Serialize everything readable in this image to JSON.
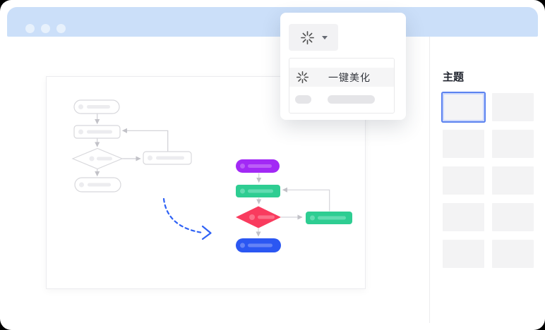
{
  "header": {
    "dots_count": 3
  },
  "popup": {
    "button": {
      "icon": "sparkle-burst",
      "caret_icon": "caret-down"
    },
    "menu": {
      "highlighted_item": {
        "icon": "sparkle-burst",
        "label": "一键美化"
      },
      "placeholder_pills": 2
    }
  },
  "sidebar": {
    "title": "主题",
    "themes": [
      {
        "selected": true
      },
      {
        "selected": false
      },
      {
        "selected": false
      },
      {
        "selected": false
      },
      {
        "selected": false
      },
      {
        "selected": false
      },
      {
        "selected": false
      },
      {
        "selected": false
      },
      {
        "selected": false
      },
      {
        "selected": false
      }
    ]
  },
  "colors": {
    "header_bar": "#cbdff9",
    "purple": "#a229f5",
    "purple_light": "#bb5ef7",
    "green": "#2ecd92",
    "green_light": "#63dcb1",
    "red": "#f93b5e",
    "red_light": "#fb7089",
    "blue": "#2b57f2",
    "blue_light": "#6583f6",
    "arrow_blue": "#2f62f5",
    "selected_theme_border": "#5b82f0",
    "connector_gray": "#c9c9cf",
    "shape_outline_gray": "#d8d8dc",
    "placeholder_gray": "#ececef"
  }
}
